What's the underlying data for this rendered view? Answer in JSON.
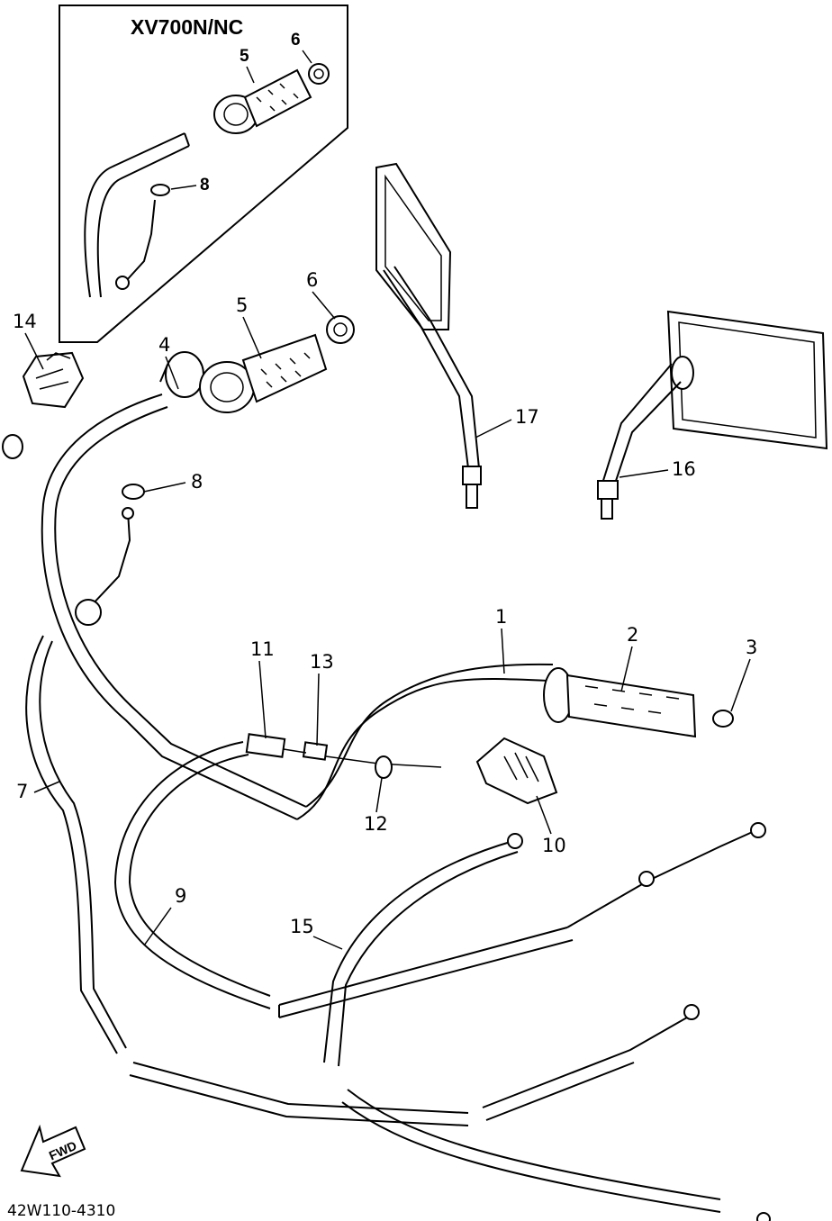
{
  "inset": {
    "title": "XV700N/NC",
    "labels": [
      "5",
      "6",
      "8"
    ]
  },
  "callouts": [
    "1",
    "2",
    "3",
    "4",
    "5",
    "6",
    "7",
    "8",
    "9",
    "10",
    "11",
    "12",
    "13",
    "14",
    "15",
    "16",
    "17"
  ],
  "footer": {
    "code": "42W110-4310",
    "fwd": "FWD"
  }
}
